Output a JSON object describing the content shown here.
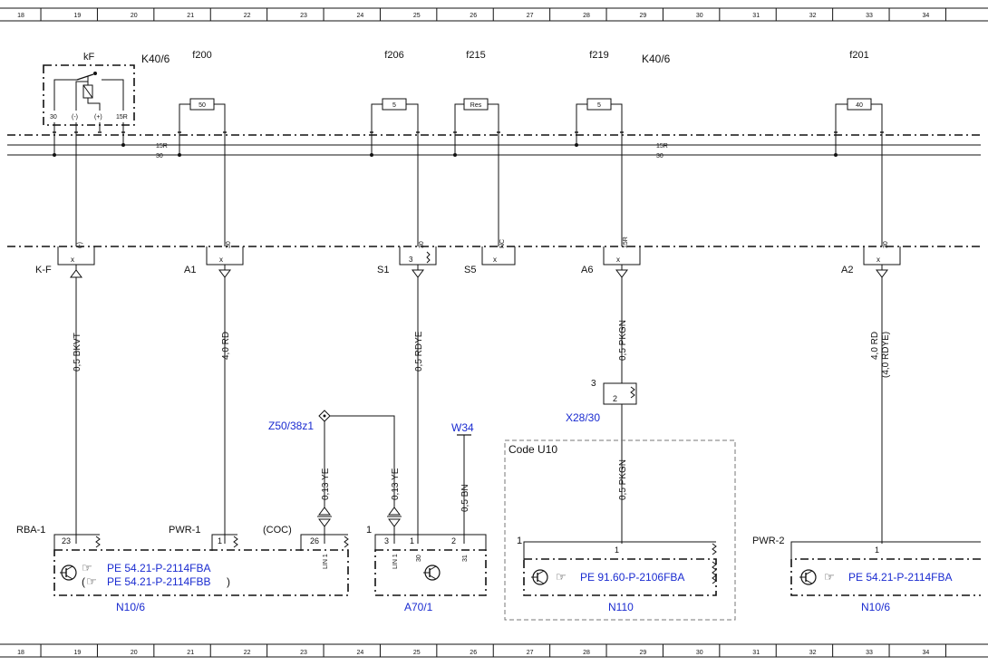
{
  "grid": {
    "columns": [
      "18",
      "19",
      "20",
      "21",
      "22",
      "23",
      "24",
      "25",
      "26",
      "27",
      "28",
      "29",
      "30",
      "31",
      "32",
      "33",
      "34"
    ]
  },
  "relay": {
    "name": "kF",
    "module": "K40/6",
    "pins": [
      "30",
      "(-)",
      "(+)",
      "15R"
    ]
  },
  "fuses": [
    {
      "id": "f200",
      "value": "50"
    },
    {
      "id": "f206",
      "value": "5"
    },
    {
      "id": "f215",
      "value": "Res"
    },
    {
      "id": "f219",
      "value": "5"
    },
    {
      "id": "f201",
      "value": "40"
    }
  ],
  "module_label_2": "K40/6",
  "bus": {
    "upper": "15R",
    "lower": "30"
  },
  "connectors": [
    {
      "name": "K-F",
      "pin": "x",
      "sig": "(-)",
      "wire": "0,5 BKVT"
    },
    {
      "name": "A1",
      "pin": "x",
      "sig": "30",
      "wire": "4,0 RD"
    },
    {
      "name": "S1",
      "pin": "3",
      "sig": "30",
      "wire": "0,5 RDYE"
    },
    {
      "name": "S5",
      "pin": "x",
      "sig": "NC",
      "wire": ""
    },
    {
      "name": "A6",
      "pin": "x",
      "sig": "15R",
      "wire": "0,5 PKGN"
    },
    {
      "name": "A2",
      "pin": "x",
      "sig": "30",
      "wire": "4,0 RD",
      "wire2": "(4,0 RDYE)"
    }
  ],
  "x28": {
    "name": "X28/30",
    "pin_outer": "3",
    "pin_inner": "2",
    "wire": "0,5 PKGN"
  },
  "z50": {
    "name": "Z50/38z1",
    "wire_left": "0,13 YE",
    "wire_right": "0,13 YE"
  },
  "w34": {
    "name": "W34",
    "wire": "0,5 BN"
  },
  "code_box": "Code U10",
  "n10_left": {
    "name": "N10/6",
    "rba": "RBA-1",
    "rba_pin": "23",
    "pwr": "PWR-1",
    "pwr_pin": "1",
    "coc": "(COC)",
    "coc_pin": "26",
    "coc_sig": "LIN 1",
    "ref1": "PE 54.21-P-2114FBA",
    "ref2": "PE 54.21-P-2114FBB",
    "paren_open": "(",
    "paren_close": ")"
  },
  "a70": {
    "name": "A70/1",
    "num": "1",
    "pins": [
      "3",
      "1",
      "2"
    ],
    "sigs": [
      "LIN 1",
      "30",
      "31"
    ]
  },
  "n110": {
    "name": "N110",
    "num": "1",
    "pin": "1",
    "ref": "PE 91.60-P-2106FBA"
  },
  "n10_right": {
    "name": "N10/6",
    "pwr": "PWR-2",
    "pin": "1",
    "ref": "PE 54.21-P-2114FBA"
  },
  "colors": {
    "link": "#1a2bd0",
    "line": "#111111"
  }
}
